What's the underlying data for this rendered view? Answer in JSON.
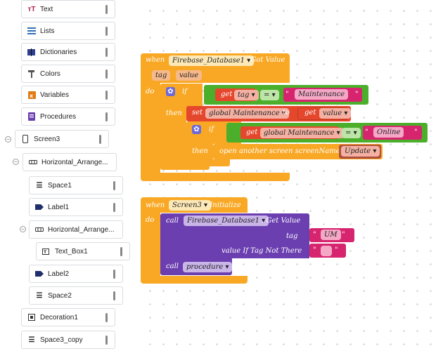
{
  "components": [
    {
      "label": "Text",
      "icon": "text-icon"
    },
    {
      "label": "Lists",
      "icon": "list-icon"
    },
    {
      "label": "Dictionaries",
      "icon": "book-icon"
    },
    {
      "label": "Colors",
      "icon": "paint-roller-icon"
    },
    {
      "label": "Variables",
      "icon": "variables-icon"
    },
    {
      "label": "Procedures",
      "icon": "procedures-icon"
    },
    {
      "label": "Screen3",
      "icon": "phone-icon"
    },
    {
      "label": "Horizontal_Arrange...",
      "icon": "horizontal-arrangement-icon"
    },
    {
      "label": "Space1",
      "icon": "space-icon"
    },
    {
      "label": "Label1",
      "icon": "label-icon"
    },
    {
      "label": "Horizontal_Arrange...",
      "icon": "horizontal-arrangement-icon"
    },
    {
      "label": "Text_Box1",
      "icon": "textbox-icon"
    },
    {
      "label": "Label2",
      "icon": "label-icon"
    },
    {
      "label": "Space2",
      "icon": "space-icon"
    },
    {
      "label": "Decoration1",
      "icon": "decoration-icon"
    },
    {
      "label": "Space3_copy",
      "icon": "space-icon"
    }
  ],
  "colors": {
    "control": "#f9a825",
    "logic": "#4caf2b",
    "component": "#6b3fb0",
    "variable": "#e5472c",
    "text": "#d6246e"
  },
  "block1": {
    "when": "when",
    "component": "Firebase_Database1",
    "event": ". Got Value",
    "param1": "tag",
    "param2": "value",
    "do": "do",
    "if": "if",
    "then": "then",
    "get": "get",
    "get_tag": "tag",
    "eq": "=",
    "q": "\"",
    "str_maintenance": "Maintenance",
    "set": "set",
    "set_var": "global Maintenance",
    "to": "to",
    "get2": "get",
    "get_value": "value",
    "if2": "if",
    "get3": "get",
    "get_var2": "global Maintenance",
    "eq2": "=",
    "str_online": "Online",
    "then2": "then",
    "open_screen": "open another screen  screenName",
    "screen_name": "Update"
  },
  "block2": {
    "when": "when",
    "component": "Screen3",
    "event": ". Initialize",
    "do": "do",
    "call": "call",
    "call_component": "Firebase_Database1",
    "call_method": ". Get Value",
    "tag_label": "tag",
    "tag_value": "UM",
    "vitnt_label": "value If Tag Not There",
    "call2": "call",
    "procedure": "procedure"
  }
}
